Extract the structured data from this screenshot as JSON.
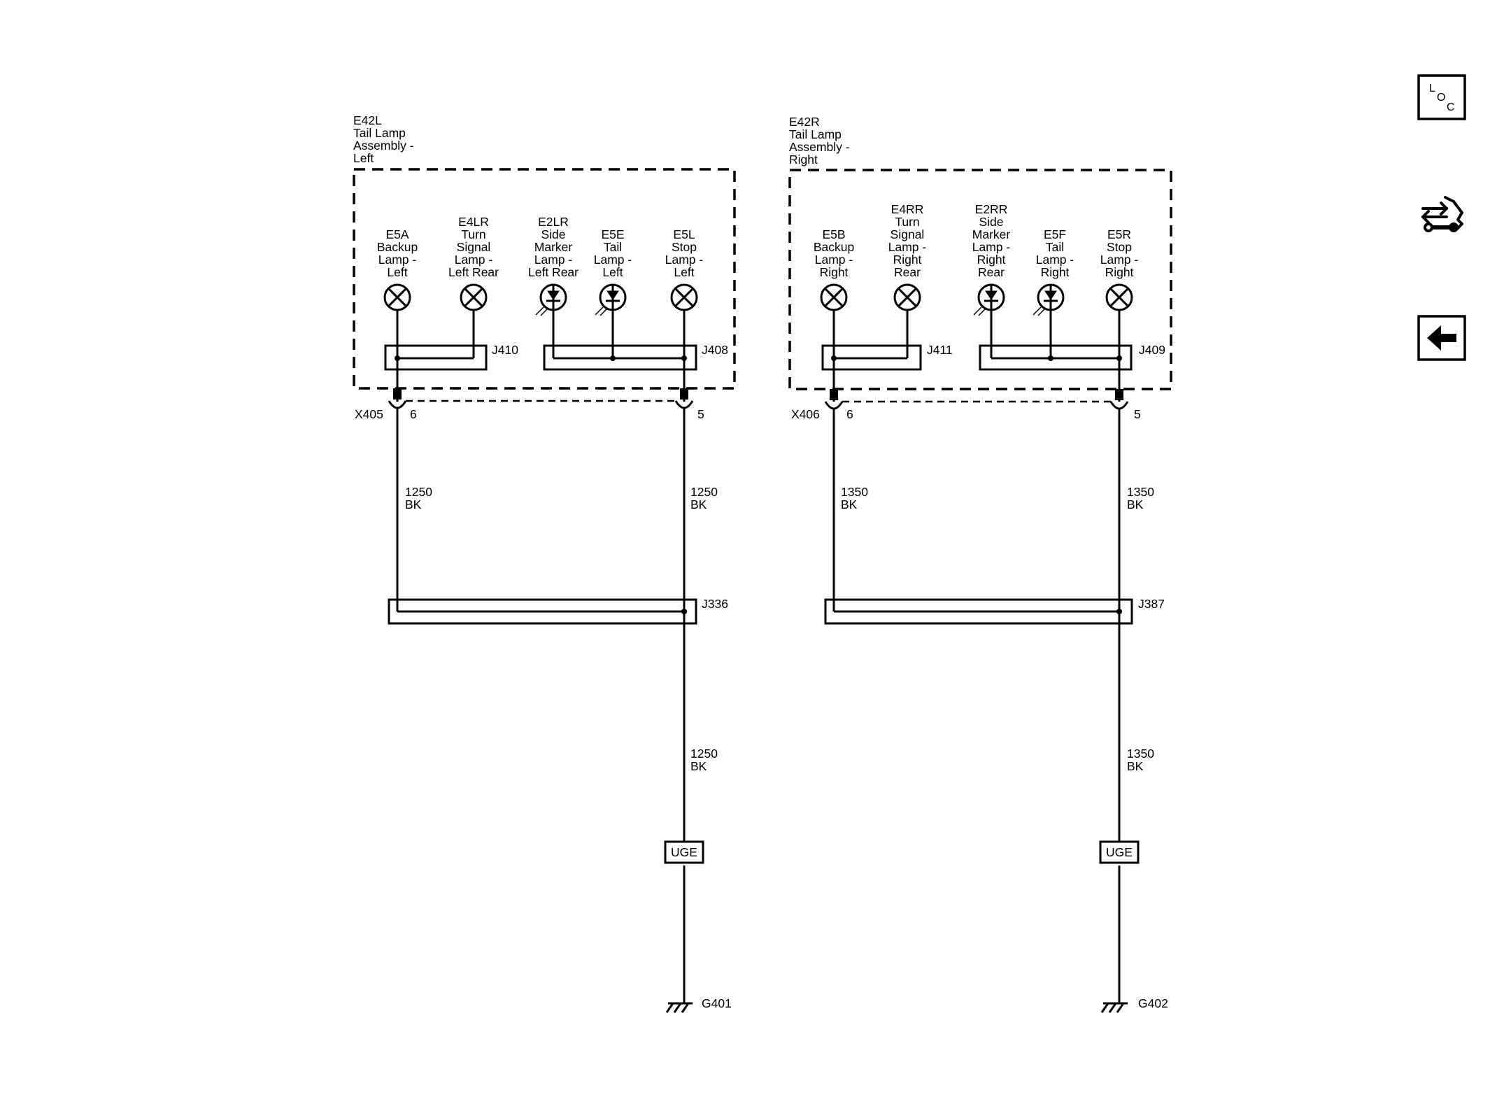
{
  "assemblies": {
    "left": {
      "ref": "E42L",
      "name_lines": [
        "Tail Lamp",
        "Assembly -",
        "Left"
      ],
      "lamps": [
        {
          "ref": "E5A",
          "name_lines": [
            "Backup",
            "Lamp -",
            "Left"
          ],
          "symbol": "incandescent-lamp"
        },
        {
          "ref": "E4LR",
          "name_lines": [
            "Turn",
            "Signal",
            "Lamp -",
            "Left Rear"
          ],
          "symbol": "incandescent-lamp"
        },
        {
          "ref": "E2LR",
          "name_lines": [
            "Side",
            "Marker",
            "Lamp -",
            "Left Rear"
          ],
          "symbol": "led-lamp"
        },
        {
          "ref": "E5E",
          "name_lines": [
            "Tail",
            "Lamp -",
            "Left"
          ],
          "symbol": "led-lamp"
        },
        {
          "ref": "E5L",
          "name_lines": [
            "Stop",
            "Lamp -",
            "Left"
          ],
          "symbol": "incandescent-lamp"
        }
      ],
      "splices": {
        "backup_turn": "J410",
        "marker_tail_stop": "J408"
      },
      "connector": {
        "name": "X405",
        "pin_left": "6",
        "pin_right": "5"
      },
      "wires": {
        "upper_left": {
          "circuit": "1250",
          "color": "BK"
        },
        "upper_right": {
          "circuit": "1250",
          "color": "BK"
        },
        "lower": {
          "circuit": "1250",
          "color": "BK"
        }
      },
      "ground_splice": "J336",
      "option_code": "UGE",
      "ground": "G401"
    },
    "right": {
      "ref": "E42R",
      "name_lines": [
        "Tail Lamp",
        "Assembly -",
        "Right"
      ],
      "lamps": [
        {
          "ref": "E5B",
          "name_lines": [
            "Backup",
            "Lamp -",
            "Right"
          ],
          "symbol": "incandescent-lamp"
        },
        {
          "ref": "E4RR",
          "name_lines": [
            "Turn",
            "Signal",
            "Lamp -",
            "Right",
            "Rear"
          ],
          "symbol": "incandescent-lamp"
        },
        {
          "ref": "E2RR",
          "name_lines": [
            "Side",
            "Marker",
            "Lamp -",
            "Right",
            "Rear"
          ],
          "symbol": "led-lamp"
        },
        {
          "ref": "E5F",
          "name_lines": [
            "Tail",
            "Lamp -",
            "Right"
          ],
          "symbol": "led-lamp"
        },
        {
          "ref": "E5R",
          "name_lines": [
            "Stop",
            "Lamp -",
            "Right"
          ],
          "symbol": "incandescent-lamp"
        }
      ],
      "splices": {
        "backup_turn": "J411",
        "marker_tail_stop": "J409"
      },
      "connector": {
        "name": "X406",
        "pin_left": "6",
        "pin_right": "5"
      },
      "wires": {
        "upper_left": {
          "circuit": "1350",
          "color": "BK"
        },
        "upper_right": {
          "circuit": "1350",
          "color": "BK"
        },
        "lower": {
          "circuit": "1350",
          "color": "BK"
        }
      },
      "ground_splice": "J387",
      "option_code": "UGE",
      "ground": "G402"
    }
  },
  "sidebar": {
    "loc_button": {
      "icon": "loc-icon",
      "letters": [
        "L",
        "O",
        "C"
      ]
    },
    "connector_button": {
      "icon": "connector-service-icon"
    },
    "back_button": {
      "icon": "back-arrow-icon"
    }
  },
  "colors": {
    "line": "#000000",
    "background": "#ffffff"
  }
}
